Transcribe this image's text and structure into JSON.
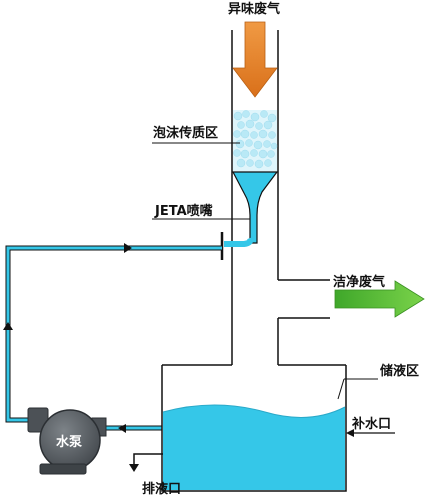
{
  "labels": {
    "inlet_gas": "异味废气",
    "foam_zone": "泡沫传质区",
    "nozzle": "JETA喷嘴",
    "clean_gas": "洁净废气",
    "reservoir": "储液区",
    "makeup_water": "补水口",
    "pump": "水泵",
    "drain": "排液口"
  },
  "colors": {
    "inlet_arrow": "#e5822a",
    "outlet_arrow": "#5cb82e",
    "liquid": "#35c7e8",
    "foam": "#d8f3fb",
    "pump": "#5a5f64",
    "line": "#111111"
  }
}
